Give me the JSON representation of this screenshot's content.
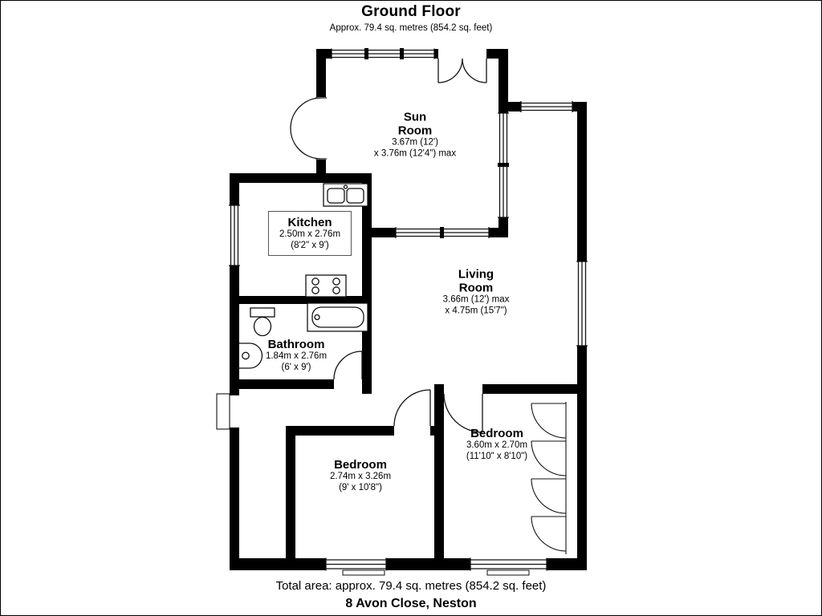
{
  "header": {
    "title": "Ground Floor",
    "subtitle": "Approx. 79.4 sq. metres (854.2 sq. feet)"
  },
  "rooms": {
    "sun_room": {
      "name": "Sun Room",
      "dims1": "3.67m (12')",
      "dims2": "x 3.76m (12'4\") max"
    },
    "kitchen": {
      "name": "Kitchen",
      "dims1": "2.50m x 2.76m",
      "dims2": "(8'2\" x 9')"
    },
    "living_room": {
      "name": "Living Room",
      "dims1": "3.66m (12') max",
      "dims2": "x 4.75m (15'7\")"
    },
    "bathroom": {
      "name": "Bathroom",
      "dims1": "1.84m x 2.76m",
      "dims2": "(6' x 9')"
    },
    "bedroom_middle": {
      "name": "Bedroom",
      "dims1": "2.74m x 3.26m",
      "dims2": "(9' x 10'8\")"
    },
    "bedroom_right": {
      "name": "Bedroom",
      "dims1": "3.60m x 2.70m",
      "dims2": "(11'10\" x 8'10\")"
    }
  },
  "footer": {
    "total": "Total area: approx. 79.4 sq. metres (854.2 sq. feet)",
    "address": "8 Avon Close, Neston"
  },
  "colors": {
    "wall": "#000000",
    "line": "#111111",
    "background": "#ffffff"
  }
}
